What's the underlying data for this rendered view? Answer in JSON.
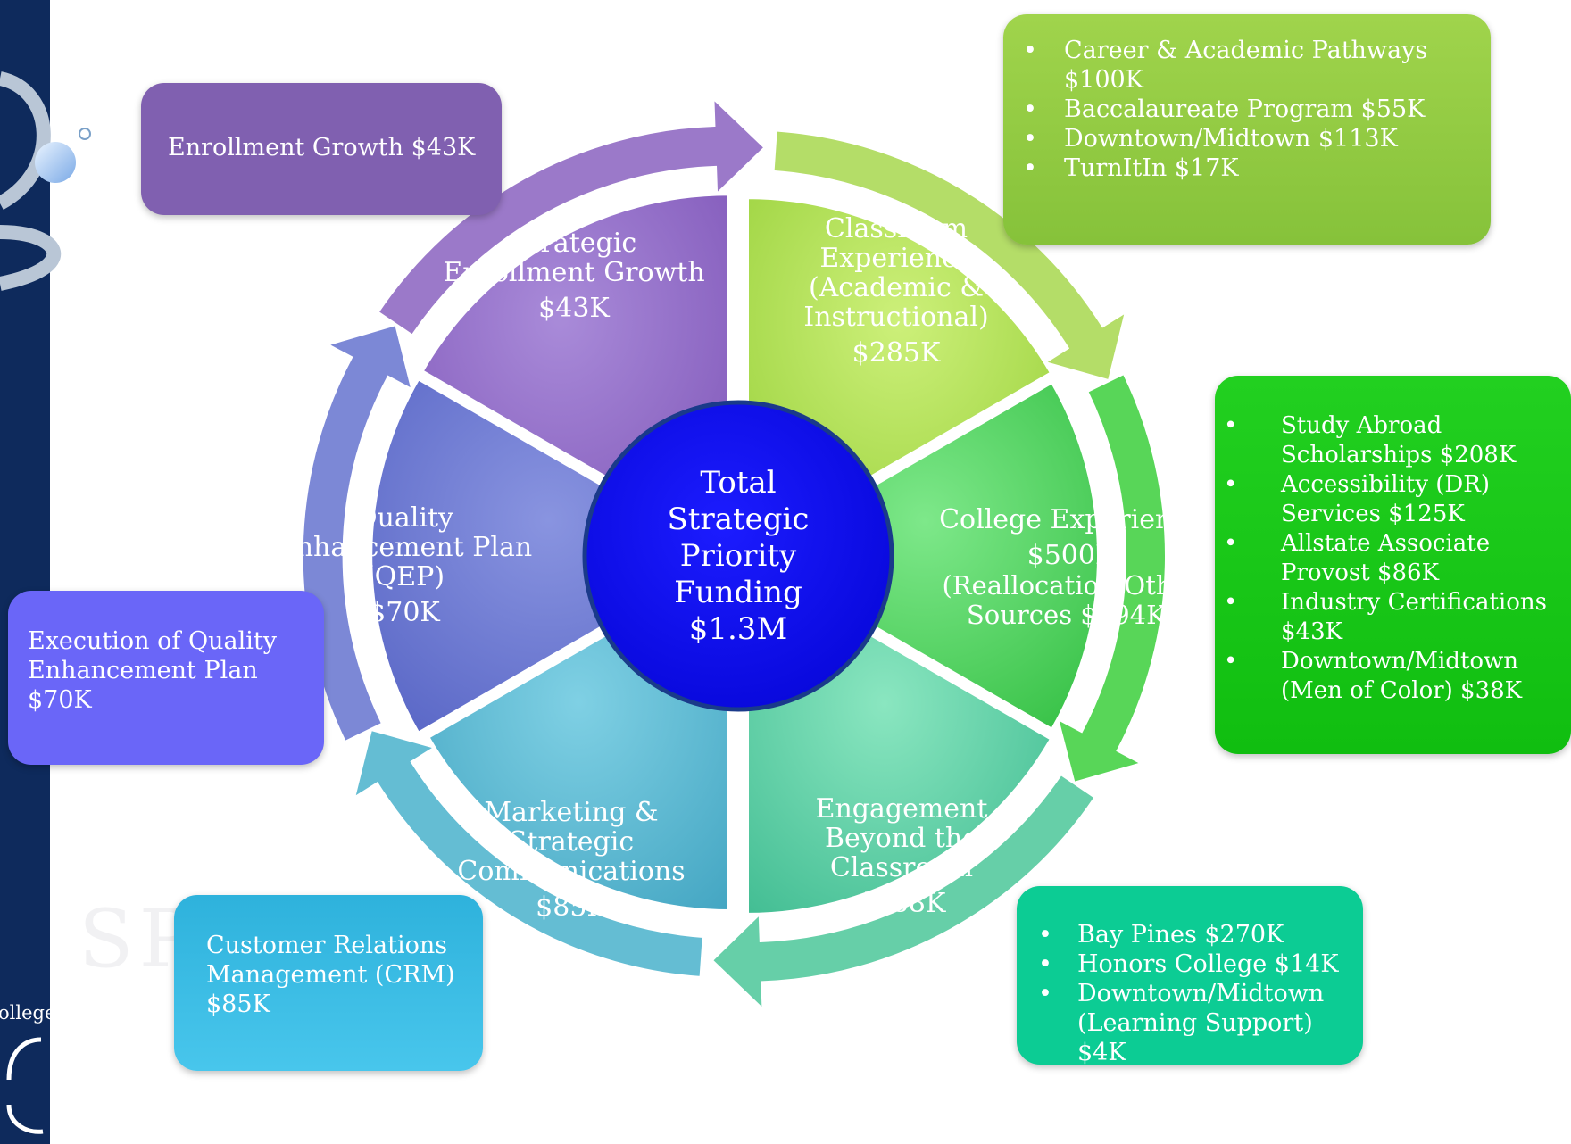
{
  "center": {
    "lines": [
      "Total",
      "Strategic",
      "Priority",
      "Funding",
      "$1.3M"
    ]
  },
  "segments": [
    {
      "id": "enrollment",
      "lines": [
        "Strategic",
        "Enrollment Growth"
      ],
      "amount": "$43K"
    },
    {
      "id": "classroom",
      "lines": [
        "Classroom",
        "Experience",
        "(Academic &",
        "Instructional)"
      ],
      "amount": "$285K"
    },
    {
      "id": "college",
      "lines": [
        "College Experience"
      ],
      "amount": "$500K",
      "extra": [
        "(Reallocation/Other",
        "Sources $294K)"
      ]
    },
    {
      "id": "engagement",
      "lines": [
        "Engagement",
        "Beyond the",
        "Classroom"
      ],
      "amount": "$288K"
    },
    {
      "id": "marketing",
      "lines": [
        "Marketing &",
        "Strategic",
        "Communications"
      ],
      "amount": "$85K"
    },
    {
      "id": "qep",
      "lines": [
        "Quality",
        "Enhancement Plan",
        "(QEP)"
      ],
      "amount": "$70K"
    }
  ],
  "callouts": {
    "enrollment": {
      "text": "Enrollment Growth $43K"
    },
    "classroom": {
      "items": [
        "Career & Academic Pathways $100K",
        "Baccalaureate Program $55K",
        "Downtown/Midtown $113K",
        "TurnItIn $17K"
      ]
    },
    "college": {
      "items": [
        "Study Abroad Scholarships $208K",
        "Accessibility (DR) Services $125K",
        "Allstate Associate Provost $86K",
        "Industry Certifications $43K",
        "Downtown/Midtown (Men of Color) $38K"
      ]
    },
    "engagement": {
      "items": [
        "Bay Pines $270K",
        "Honors College $14K",
        "Downtown/Midtown (Learning Support) $4K"
      ]
    },
    "marketing": {
      "text": "Customer Relations Management (CRM) $85K"
    },
    "qep": {
      "text": "Execution of Quality Enhancement Plan $70K"
    }
  },
  "branding": {
    "college_label": "ollege",
    "watermark": "SPC"
  },
  "colors": {
    "left_bar": "#0e2a5c",
    "center": "#0a0af0",
    "enrollment": "#8a62c0",
    "classroom": "#a8d84e",
    "college": "#3ccf3c",
    "engagement": "#4cc79a",
    "marketing": "#4ab2cc",
    "qep": "#6674d0"
  }
}
